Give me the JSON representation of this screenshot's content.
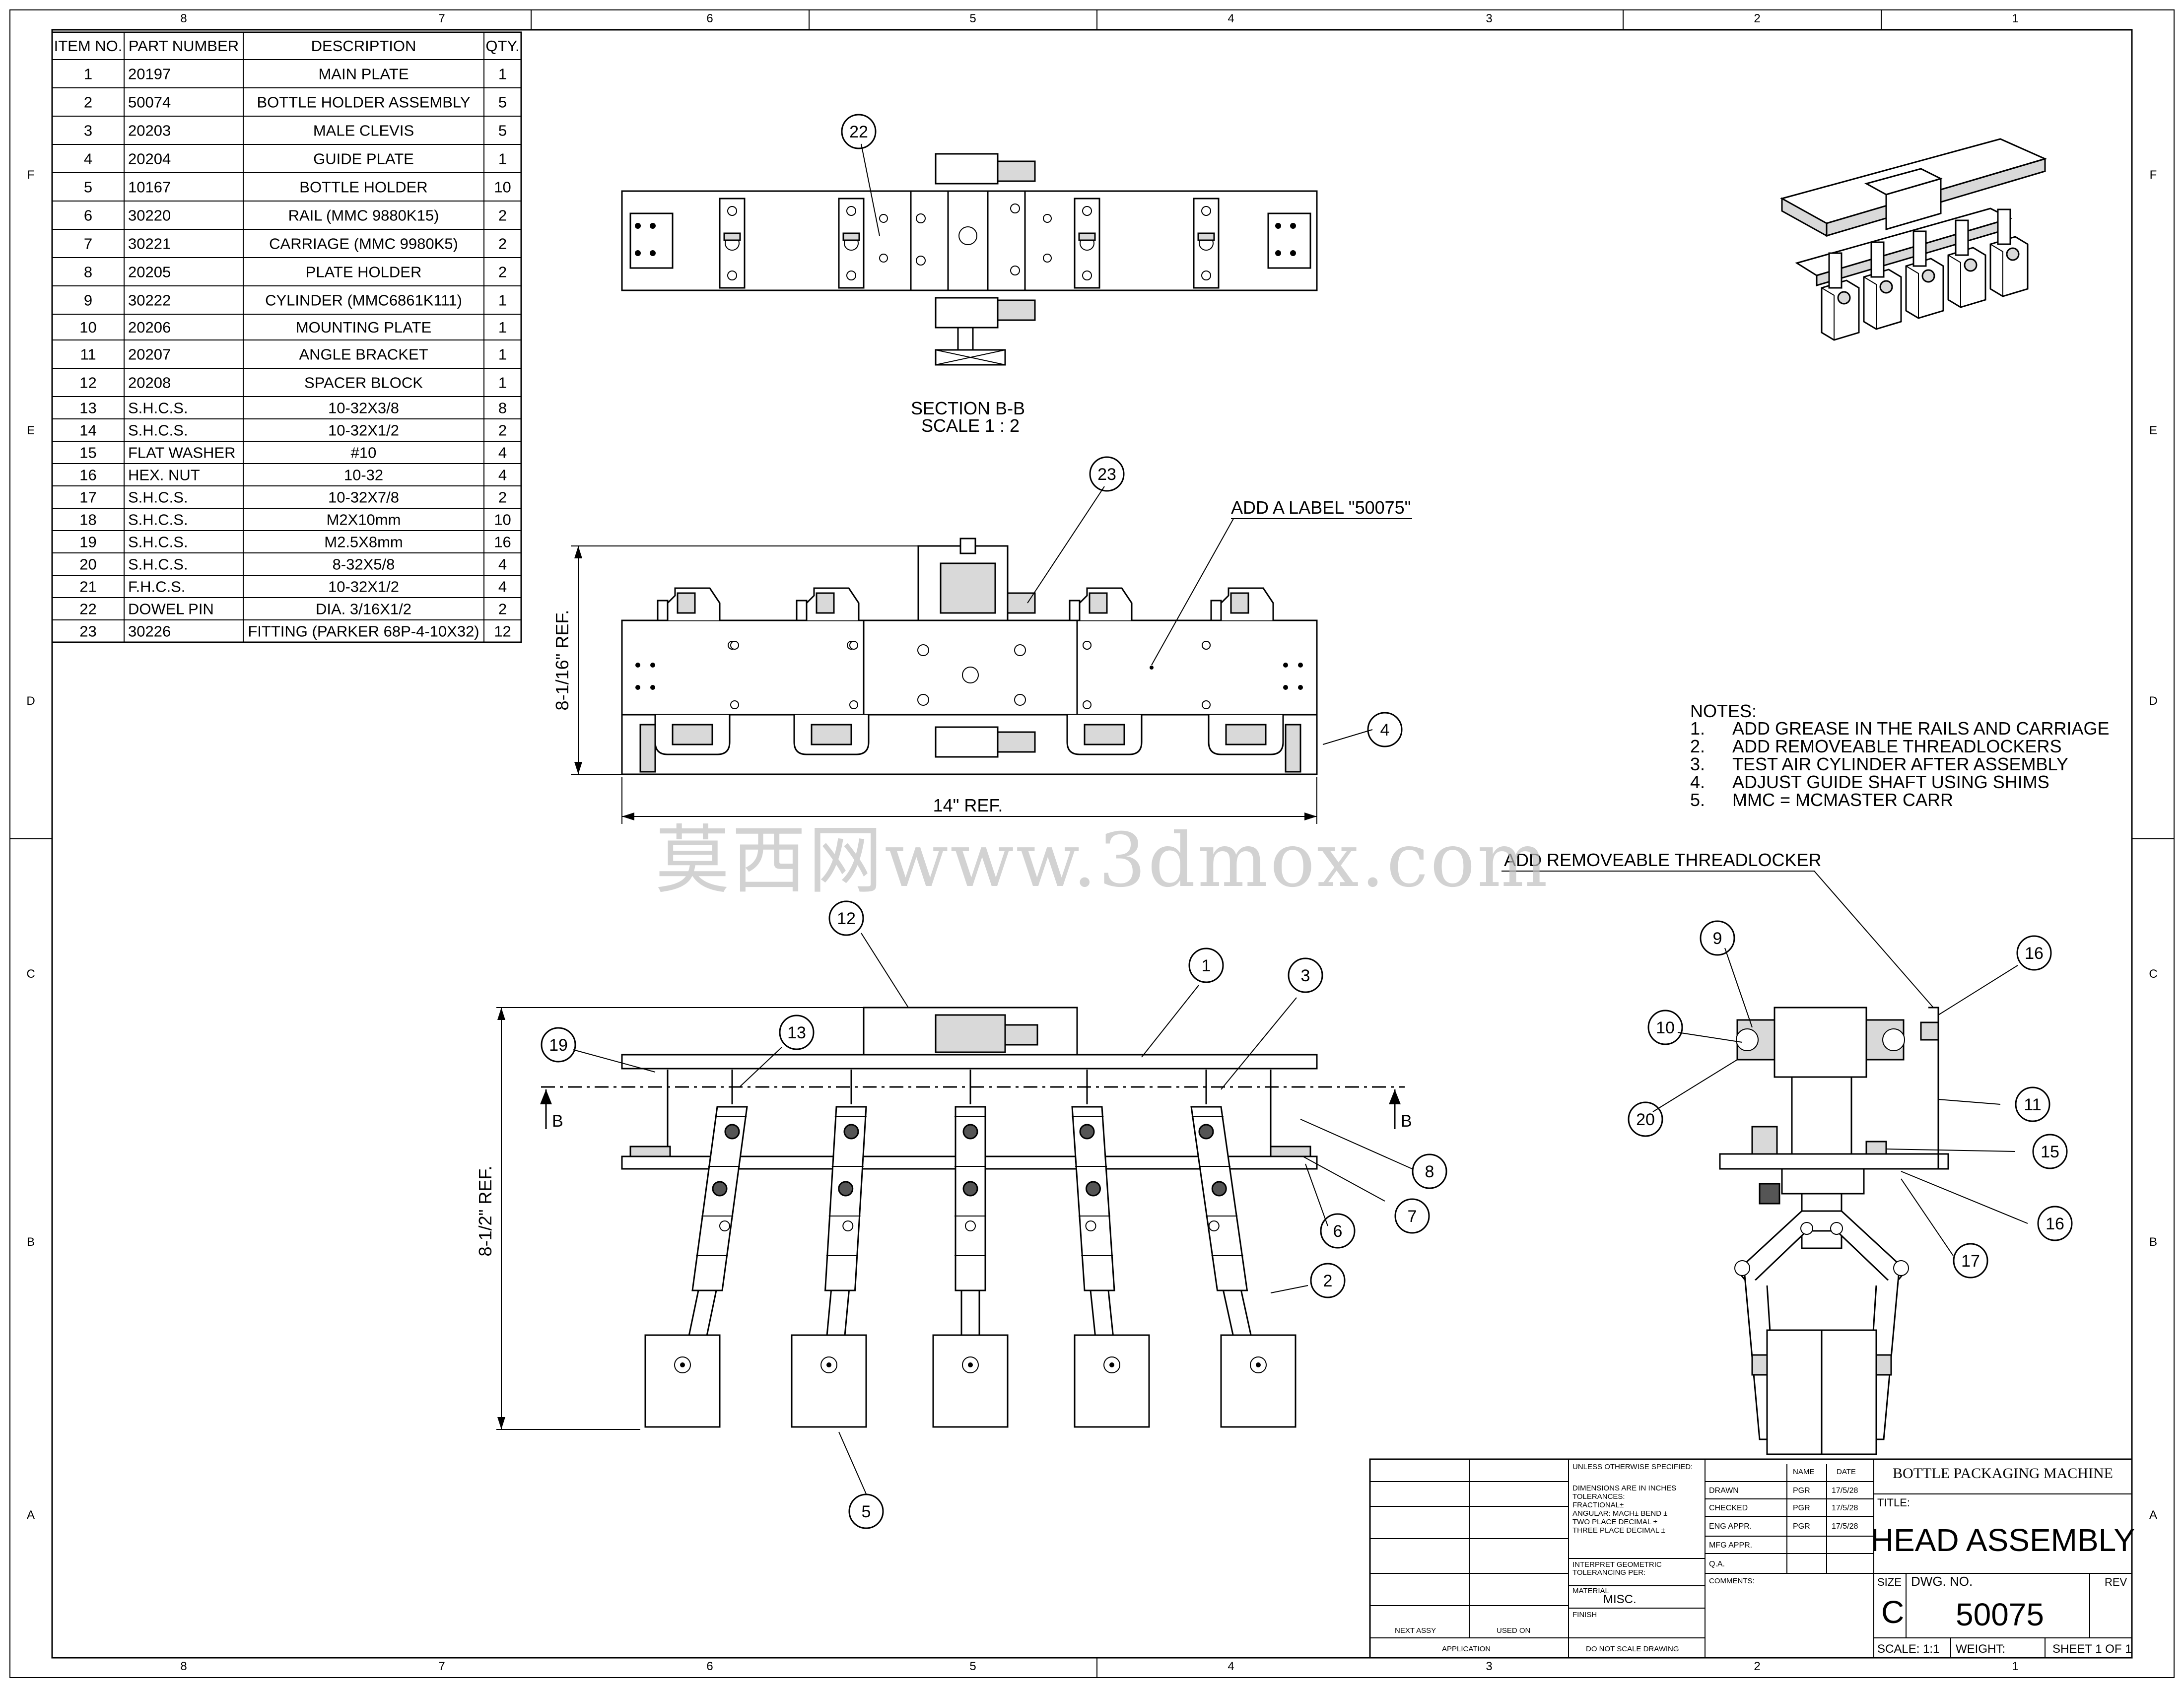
{
  "zones": {
    "columns": [
      "8",
      "7",
      "6",
      "5",
      "4",
      "3",
      "2",
      "1"
    ],
    "rows": [
      "F",
      "E",
      "D",
      "C",
      "B",
      "A"
    ]
  },
  "bom": {
    "headers": [
      "ITEM NO.",
      "PART NUMBER",
      "DESCRIPTION",
      "QTY."
    ],
    "rows": [
      [
        "1",
        "20197",
        "MAIN PLATE",
        "1"
      ],
      [
        "2",
        "50074",
        "BOTTLE HOLDER ASSEMBLY",
        "5"
      ],
      [
        "3",
        "20203",
        "MALE CLEVIS",
        "5"
      ],
      [
        "4",
        "20204",
        "GUIDE PLATE",
        "1"
      ],
      [
        "5",
        "10167",
        "BOTTLE HOLDER",
        "10"
      ],
      [
        "6",
        "30220",
        "RAIL (MMC 9880K15)",
        "2"
      ],
      [
        "7",
        "30221",
        "CARRIAGE (MMC 9980K5)",
        "2"
      ],
      [
        "8",
        "20205",
        "PLATE HOLDER",
        "2"
      ],
      [
        "9",
        "30222",
        "CYLINDER (MMC6861K111)",
        "1"
      ],
      [
        "10",
        "20206",
        "MOUNTING PLATE",
        "1"
      ],
      [
        "11",
        "20207",
        "ANGLE BRACKET",
        "1"
      ],
      [
        "12",
        "20208",
        "SPACER BLOCK",
        "1"
      ],
      [
        "13",
        "S.H.C.S.",
        "10-32X3/8",
        "8"
      ],
      [
        "14",
        "S.H.C.S.",
        "10-32X1/2",
        "2"
      ],
      [
        "15",
        "FLAT WASHER",
        "#10",
        "4"
      ],
      [
        "16",
        "HEX. NUT",
        "10-32",
        "4"
      ],
      [
        "17",
        "S.H.C.S.",
        "10-32X7/8",
        "2"
      ],
      [
        "18",
        "S.H.C.S.",
        "M2X10mm",
        "10"
      ],
      [
        "19",
        "S.H.C.S.",
        "M2.5X8mm",
        "16"
      ],
      [
        "20",
        "S.H.C.S.",
        "8-32X5/8",
        "4"
      ],
      [
        "21",
        "F.H.C.S.",
        "10-32X1/2",
        "4"
      ],
      [
        "22",
        "DOWEL PIN",
        "DIA. 3/16X1/2",
        "2"
      ],
      [
        "23",
        "30226",
        "FITTING (PARKER 68P-4-10X32)",
        "12"
      ]
    ]
  },
  "section_view": {
    "title": "SECTION B-B",
    "scale": "SCALE 1 : 2",
    "section_letter": "B"
  },
  "dimensions": {
    "front_height": "8-1/16\" REF.",
    "front_width": "14\" REF.",
    "side_height": "8-1/2\" REF."
  },
  "annotations": {
    "label_note": "ADD A LABEL \"50075\"",
    "threadlocker_note": "ADD REMOVEABLE THREADLOCKER"
  },
  "notes": {
    "heading": "NOTES:",
    "items": [
      {
        "num": "1.",
        "text": "ADD GREASE IN THE RAILS AND CARRIAGE"
      },
      {
        "num": "2.",
        "text": "ADD REMOVEABLE THREADLOCKERS"
      },
      {
        "num": "3.",
        "text": "TEST AIR CYLINDER AFTER ASSEMBLY"
      },
      {
        "num": "4.",
        "text": "ADJUST GUIDE SHAFT USING SHIMS"
      },
      {
        "num": "5.",
        "text": "MMC = MCMASTER CARR"
      }
    ]
  },
  "balloons": {
    "section": [
      "22"
    ],
    "front": [
      "23",
      "4"
    ],
    "side": [
      "12",
      "1",
      "3",
      "19",
      "13",
      "8",
      "7",
      "6",
      "2",
      "5"
    ],
    "end": [
      "9",
      "16",
      "10",
      "20",
      "11",
      "15",
      "16",
      "17"
    ]
  },
  "watermark": "莫西网www.3dmox.com",
  "title_block": {
    "unless": "UNLESS OTHERWISE SPECIFIED:",
    "dims": "DIMENSIONS ARE IN INCHES",
    "tolerances": "TOLERANCES:",
    "fractional": "FRACTIONAL±",
    "angular": "ANGULAR: MACH±    BEND ±",
    "two_place": "TWO PLACE DECIMAL   ±",
    "three_place": "THREE PLACE DECIMAL  ±",
    "interpret": "INTERPRET GEOMETRIC",
    "interpret2": "TOLERANCING PER:",
    "material_label": "MATERIAL",
    "material": "MISC.",
    "finish": "FINISH",
    "next_assy": "NEXT ASSY",
    "used_on": "USED ON",
    "application": "APPLICATION",
    "do_not_scale": "DO NOT SCALE DRAWING",
    "col_name": "NAME",
    "col_date": "DATE",
    "approvals": [
      {
        "role": "DRAWN",
        "name": "PGR",
        "date": "17/5/28"
      },
      {
        "role": "CHECKED",
        "name": "PGR",
        "date": "17/5/28"
      },
      {
        "role": "ENG APPR.",
        "name": "PGR",
        "date": "17/5/28"
      },
      {
        "role": "MFG APPR.",
        "name": "",
        "date": ""
      },
      {
        "role": "Q.A.",
        "name": "",
        "date": ""
      }
    ],
    "comments": "COMMENTS:",
    "company": "BOTTLE PACKAGING MACHINE",
    "title_label": "TITLE:",
    "title": "HEAD ASSEMBLY",
    "size_label": "SIZE",
    "size": "C",
    "dwg_label": "DWG.  NO.",
    "dwg_no": "50075",
    "rev_label": "REV",
    "scale": "SCALE: 1:1",
    "weight": "WEIGHT:",
    "sheet": "SHEET 1 OF 1"
  }
}
